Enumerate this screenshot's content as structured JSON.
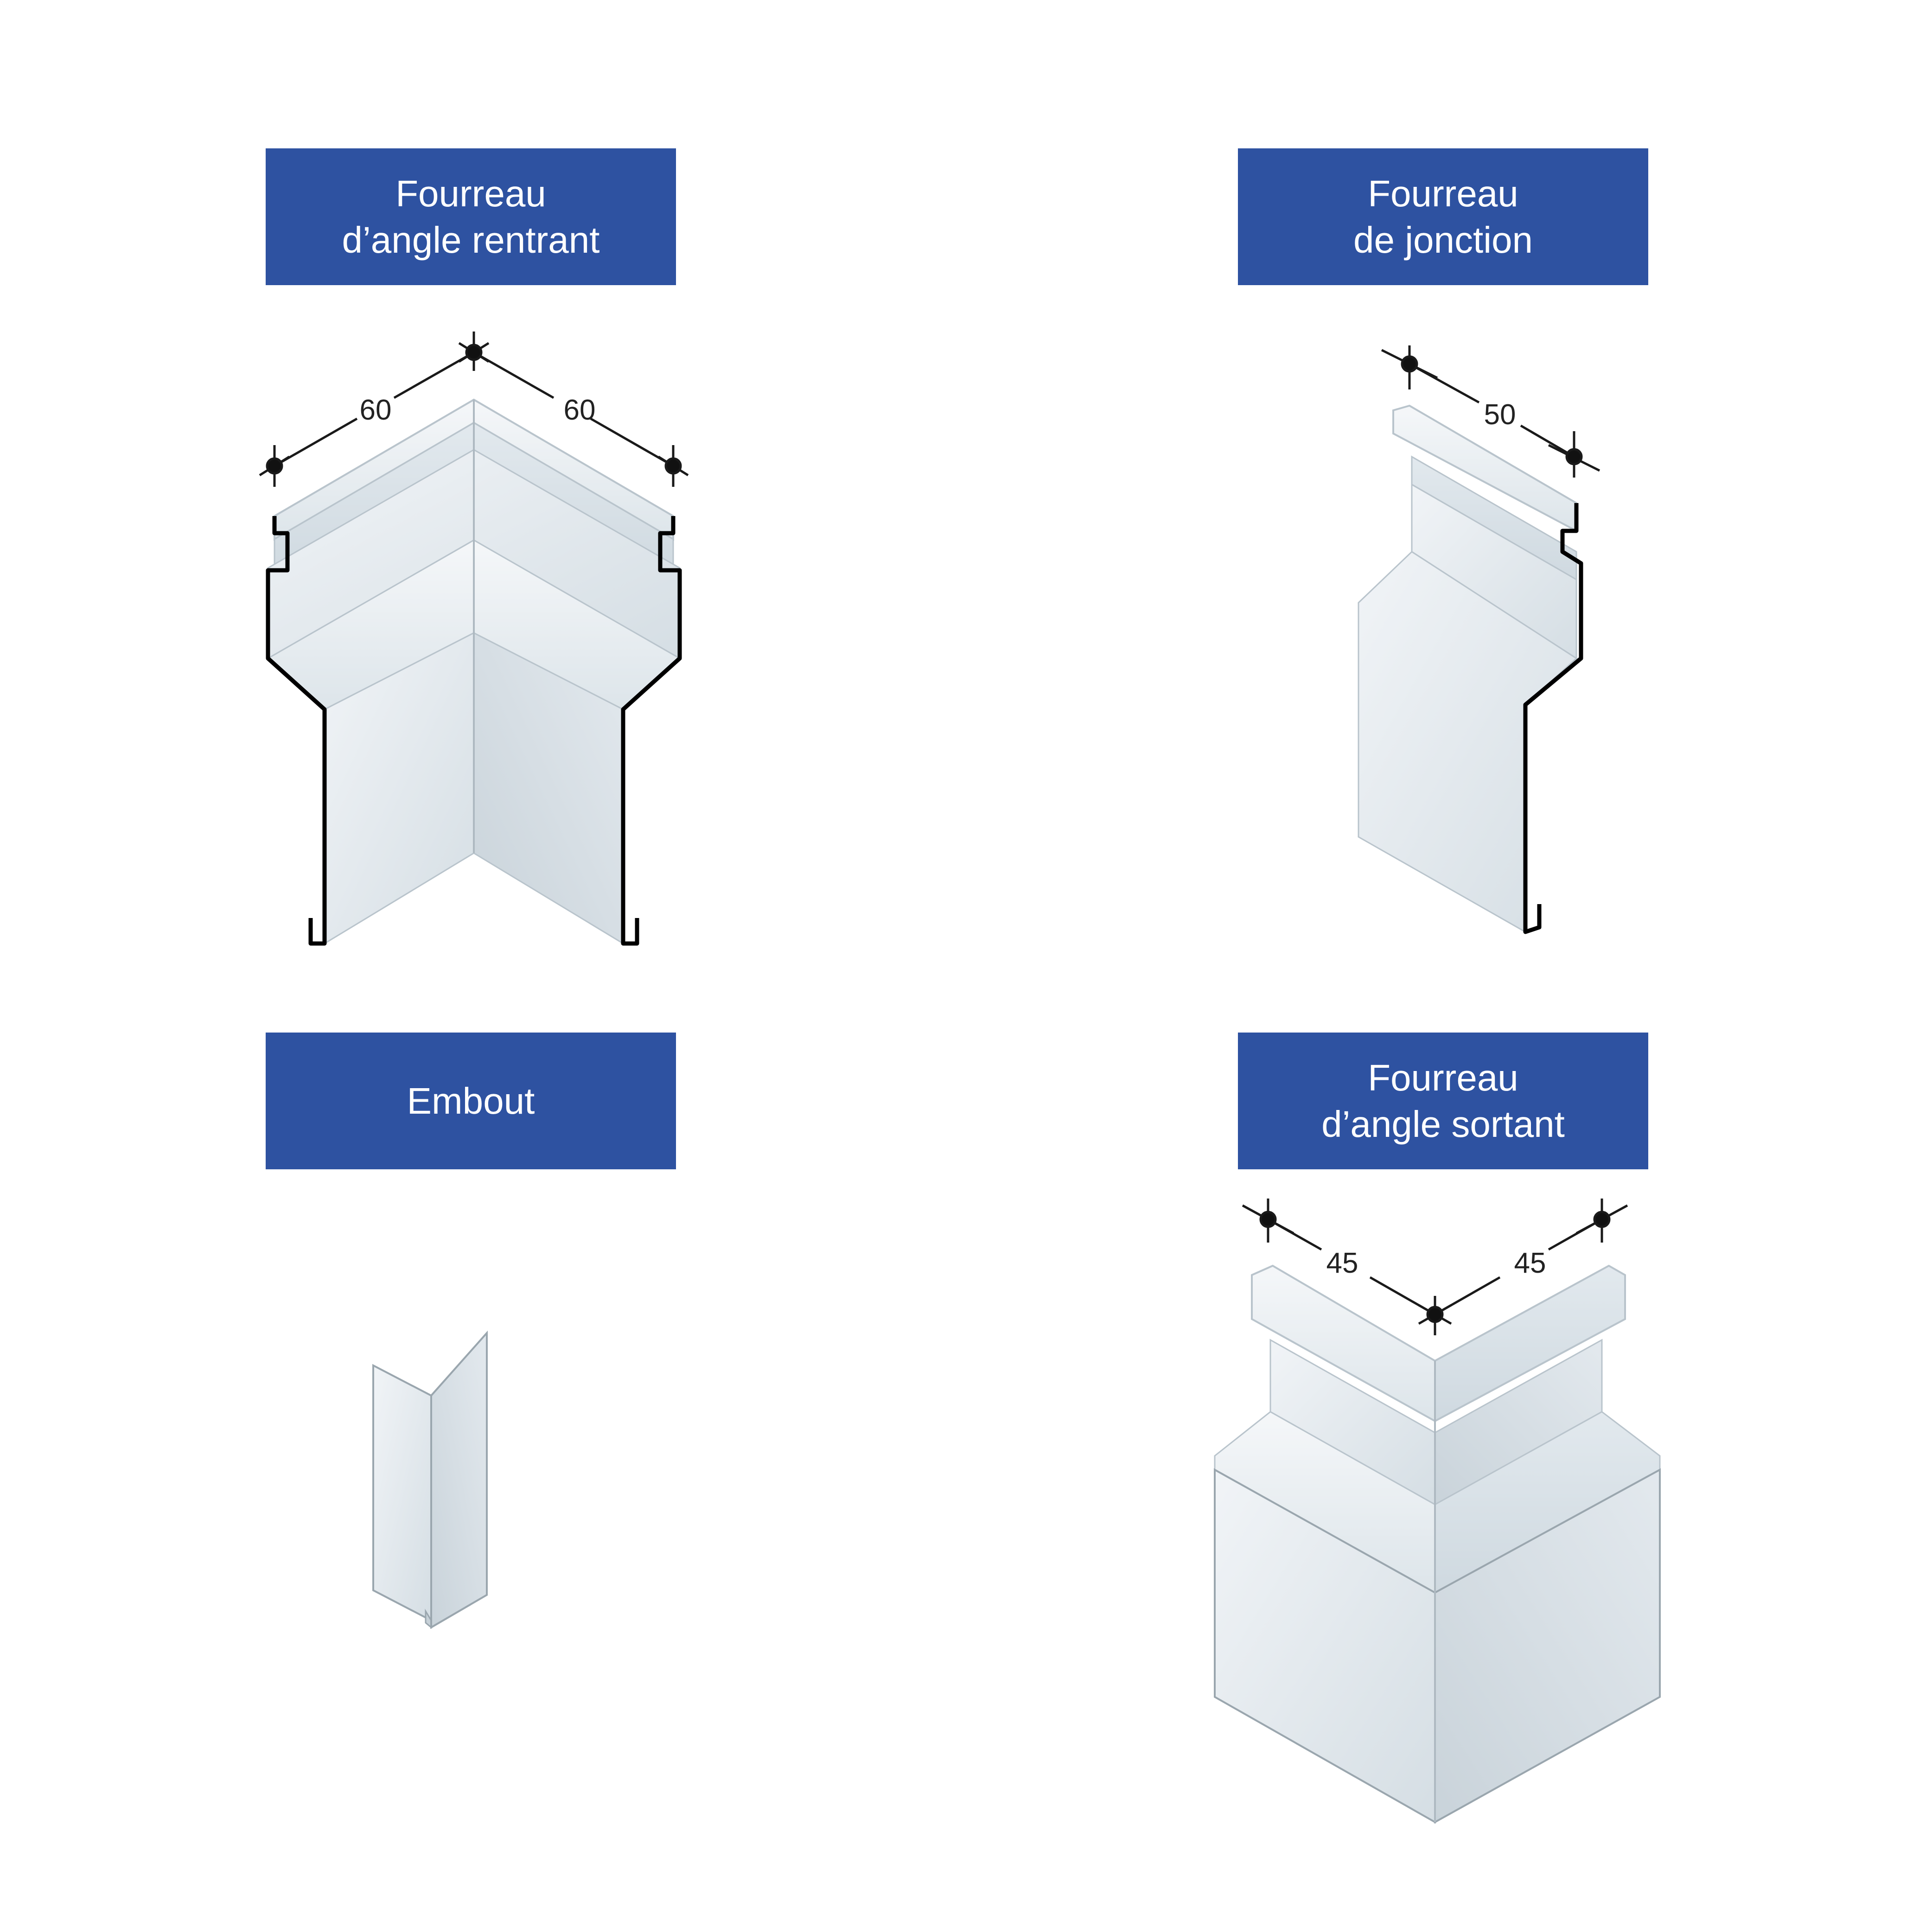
{
  "colors": {
    "label_background": "#2e52a1",
    "label_text": "#ffffff",
    "metal_light": "#eef2f5",
    "metal_mid": "#d8e1e7",
    "metal_shade": "#c7d1d8",
    "section_outline": "#000000",
    "dimension_line": "#1a1a1a",
    "background": "#ffffff"
  },
  "pieces": {
    "inside_corner": {
      "title_line1": "Fourreau",
      "title_line2": "d’angle rentrant",
      "dim_left": "60",
      "dim_right": "60"
    },
    "junction": {
      "title_line1": "Fourreau",
      "title_line2": "de jonction",
      "dim_width": "50"
    },
    "end_cap": {
      "title": "Embout"
    },
    "outside_corner": {
      "title_line1": "Fourreau",
      "title_line2": "d’angle sortant",
      "dim_left": "45",
      "dim_right": "45"
    }
  }
}
